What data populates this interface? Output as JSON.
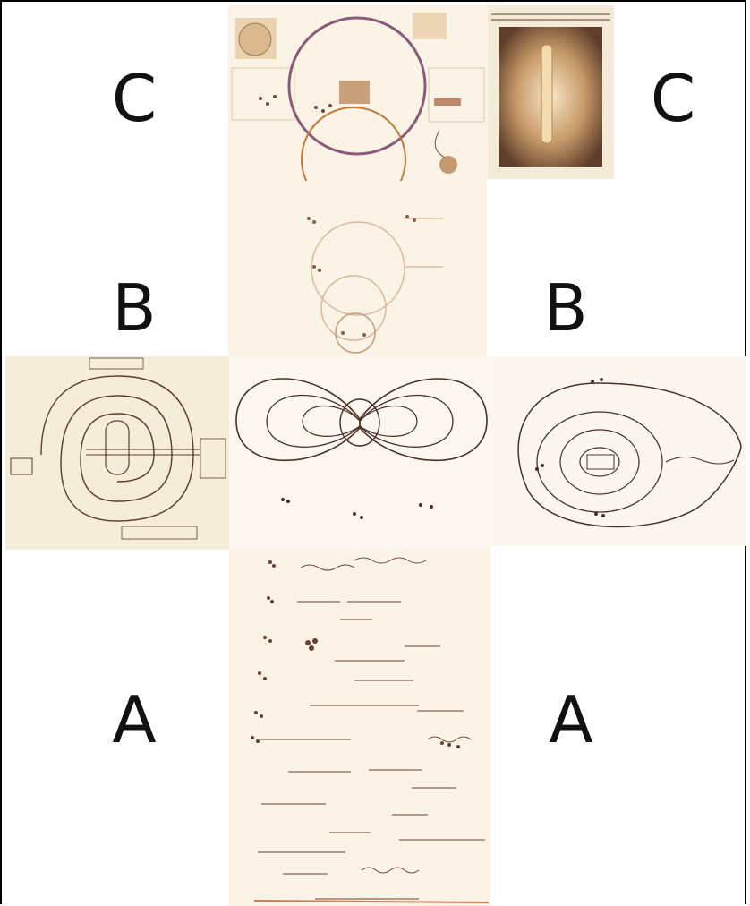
{
  "section_labels": {
    "top_left": "C",
    "top_right": "C",
    "upper_left": "B",
    "upper_right": "B",
    "bottom_left": "A",
    "bottom_right": "A"
  },
  "colors": {
    "paper": "#fbf4e6",
    "ink": "#5a3c2c",
    "ring_purple": "#8a5a7a",
    "ring_orange": "#c07a3a",
    "photo_dark": "#6a4a30"
  }
}
